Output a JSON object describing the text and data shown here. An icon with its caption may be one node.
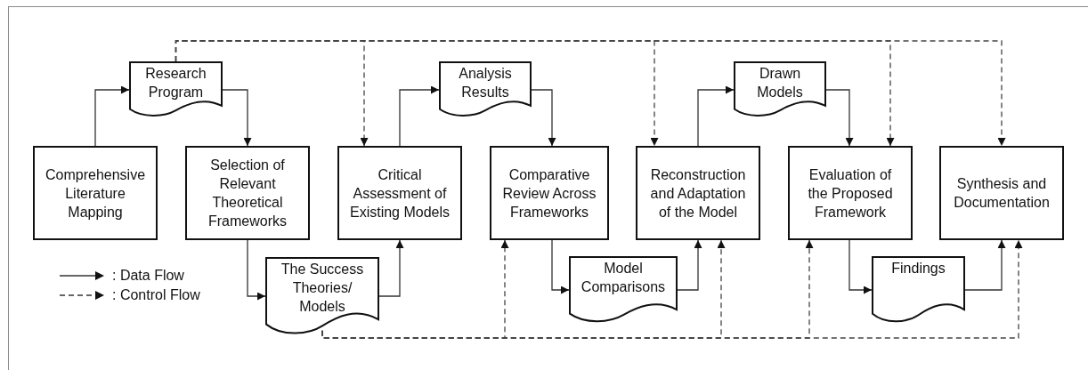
{
  "diagram": {
    "nodes": [
      {
        "text": [
          "Comprehensive Literature Mapping"
        ]
      },
      {
        "text": [
          "Research Program"
        ]
      },
      {
        "text": [
          "Selection of Relevant Theoretical Frameworks"
        ]
      },
      {
        "text": [
          "The Success Theories/ Models"
        ]
      },
      {
        "text": [
          "Critical Assessment of Existing Models"
        ]
      },
      {
        "text": [
          "Analysis Results"
        ]
      },
      {
        "text": [
          "Comparative Review Across Frameworks"
        ]
      },
      {
        "text": [
          "Model Comparisons"
        ]
      },
      {
        "text": [
          "Reconstruction and Adaptation of the Model"
        ]
      },
      {
        "text": [
          "Drawn Models"
        ]
      },
      {
        "text": [
          "Evaluation of the Proposed Framework"
        ]
      },
      {
        "text": [
          "Findings"
        ]
      },
      {
        "text": [
          "Synthesis and Documentation"
        ]
      }
    ],
    "edges": [
      {
        "from": 0,
        "to": 1,
        "arrow": "to"
      },
      {
        "from": 1,
        "to": 2,
        "arrow": "to"
      },
      {
        "from": 2,
        "to": 3,
        "arrow": "to"
      },
      {
        "from": 3,
        "to": 4,
        "arrow": "to"
      },
      {
        "from": 4,
        "to": 5,
        "arrow": "to"
      },
      {
        "from": 5,
        "to": 6,
        "arrow": "to"
      },
      {
        "from": 6,
        "to": 7,
        "arrow": "to"
      },
      {
        "from": 7,
        "to": 8,
        "arrow": "to"
      },
      {
        "from": 8,
        "to": 9,
        "arrow": "to"
      },
      {
        "from": 9,
        "to": 10,
        "arrow": "to"
      },
      {
        "from": 10,
        "to": 11,
        "arrow": "to"
      },
      {
        "from": 11,
        "to": 12,
        "arrow": "to"
      },
      {
        "from": 1,
        "to": 4,
        "arrow": "to",
        "style": "dashed"
      },
      {
        "from": 1,
        "to": 8,
        "arrow": "to",
        "style": "dashed"
      },
      {
        "from": 1,
        "to": 10,
        "arrow": "to",
        "style": "dashed"
      },
      {
        "from": 1,
        "to": 12,
        "arrow": "to",
        "style": "dashed"
      },
      {
        "from": 3,
        "to": 6,
        "arrow": "to",
        "style": "dashed"
      },
      {
        "from": 3,
        "to": 8,
        "arrow": "to",
        "style": "dashed"
      },
      {
        "from": 3,
        "to": 10,
        "arrow": "to",
        "style": "dashed"
      },
      {
        "from": 3,
        "to": 12,
        "arrow": "to",
        "style": "dashed"
      }
    ],
    "legend": [
      {
        "text": ": Data Flow"
      },
      {
        "text": ": Control Flow"
      }
    ]
  }
}
